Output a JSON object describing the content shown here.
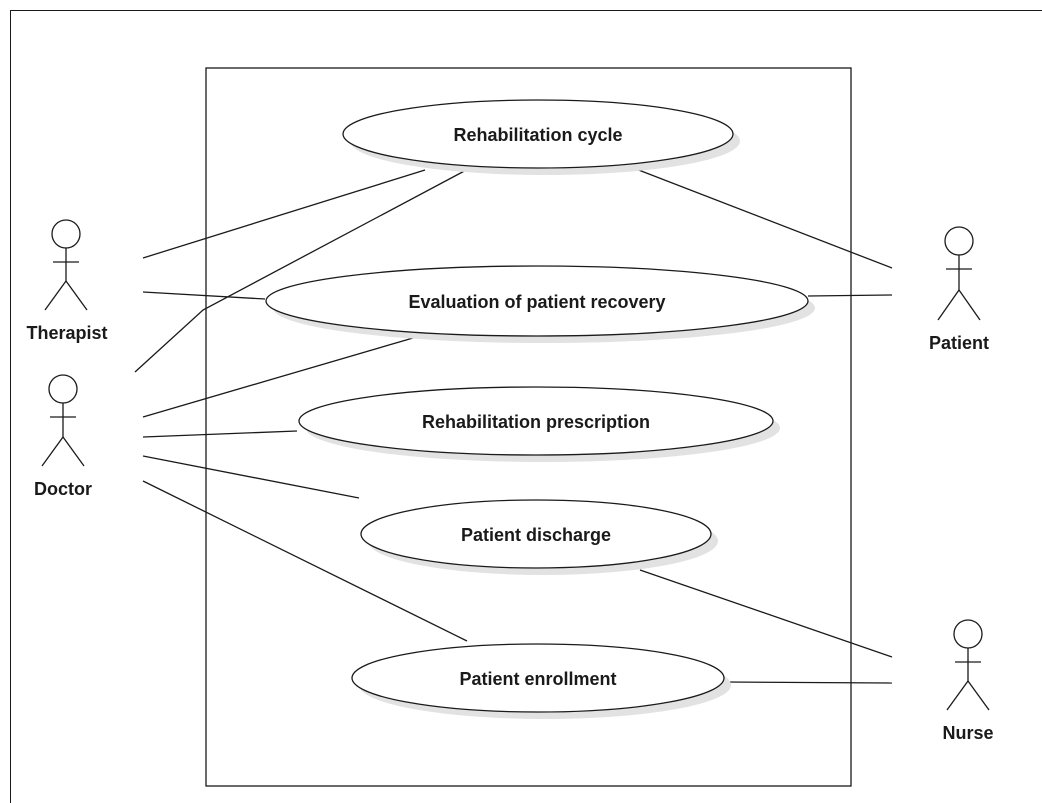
{
  "use_cases": [
    {
      "key": "rehab_cycle",
      "label": "Rehabilitation cycle"
    },
    {
      "key": "evaluation",
      "label": "Evaluation of patient recovery"
    },
    {
      "key": "prescription",
      "label": "Rehabilitation prescription"
    },
    {
      "key": "discharge",
      "label": "Patient discharge"
    },
    {
      "key": "enrollment",
      "label": "Patient enrollment"
    }
  ],
  "actors": [
    {
      "key": "therapist",
      "label": "Therapist"
    },
    {
      "key": "doctor",
      "label": "Doctor"
    },
    {
      "key": "patient",
      "label": "Patient"
    },
    {
      "key": "nurse",
      "label": "Nurse"
    }
  ],
  "associations": [
    {
      "actor": "therapist",
      "use_case": "rehab_cycle"
    },
    {
      "actor": "therapist",
      "use_case": "evaluation"
    },
    {
      "actor": "doctor",
      "use_case": "rehab_cycle"
    },
    {
      "actor": "doctor",
      "use_case": "evaluation"
    },
    {
      "actor": "doctor",
      "use_case": "prescription"
    },
    {
      "actor": "doctor",
      "use_case": "discharge"
    },
    {
      "actor": "doctor",
      "use_case": "enrollment"
    },
    {
      "actor": "patient",
      "use_case": "rehab_cycle"
    },
    {
      "actor": "patient",
      "use_case": "evaluation"
    },
    {
      "actor": "nurse",
      "use_case": "discharge"
    },
    {
      "actor": "nurse",
      "use_case": "enrollment"
    }
  ]
}
